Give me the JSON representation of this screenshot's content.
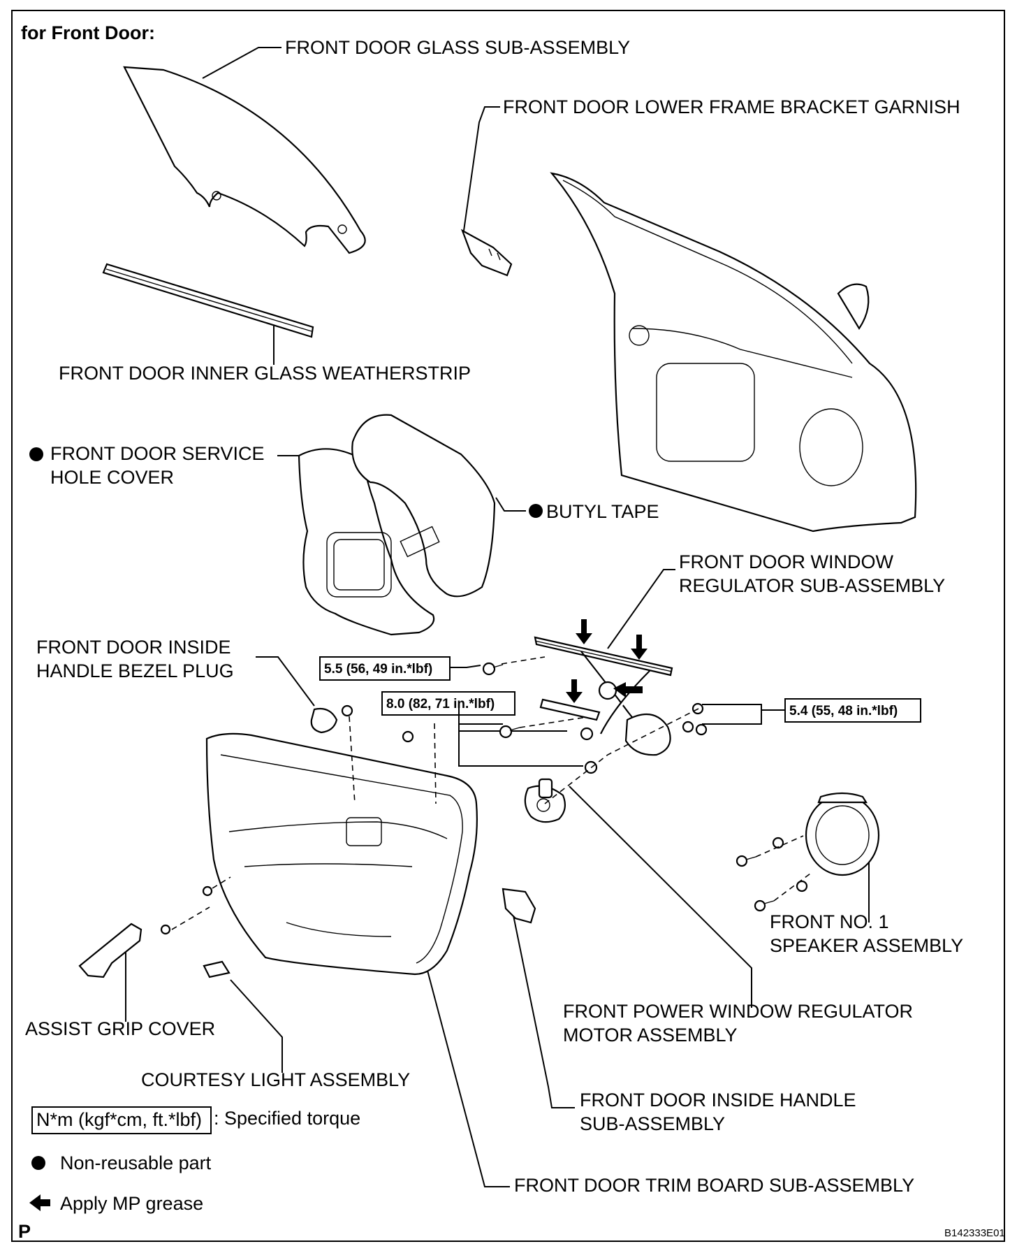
{
  "header": {
    "section_title": "for Front Door:"
  },
  "parts": {
    "glass": "FRONT DOOR GLASS SUB-ASSEMBLY",
    "garnish": "FRONT DOOR LOWER FRAME BRACKET GARNISH",
    "weatherstrip": "FRONT DOOR INNER GLASS WEATHERSTRIP",
    "service_cover_1": "FRONT DOOR SERVICE",
    "service_cover_2": "HOLE COVER",
    "butyl_tape": "BUTYL TAPE",
    "regulator_1": "FRONT DOOR WINDOW",
    "regulator_2": "REGULATOR SUB-ASSEMBLY",
    "bezel_plug_1": "FRONT DOOR INSIDE",
    "bezel_plug_2": "HANDLE BEZEL PLUG",
    "speaker_1": "FRONT NO. 1",
    "speaker_2": "SPEAKER ASSEMBLY",
    "motor_1": "FRONT POWER WINDOW REGULATOR",
    "motor_2": "MOTOR ASSEMBLY",
    "assist_grip": "ASSIST GRIP COVER",
    "courtesy_light": "COURTESY LIGHT ASSEMBLY",
    "inside_handle_1": "FRONT DOOR INSIDE HANDLE",
    "inside_handle_2": "SUB-ASSEMBLY",
    "trim_board": "FRONT DOOR TRIM BOARD SUB-ASSEMBLY"
  },
  "torques": {
    "t1": "5.5 (56, 49 in.*lbf)",
    "t2": "8.0 (82, 71 in.*lbf)",
    "t3": "5.4 (55, 48 in.*lbf)"
  },
  "legend": {
    "torque_box": "N*m (kgf*cm, ft.*lbf)",
    "torque_text": ": Specified torque",
    "non_reusable": "Non-reusable part",
    "mp_grease": "Apply MP grease"
  },
  "footer": {
    "left_mark": "P",
    "drawing_code": "B142333E01"
  }
}
